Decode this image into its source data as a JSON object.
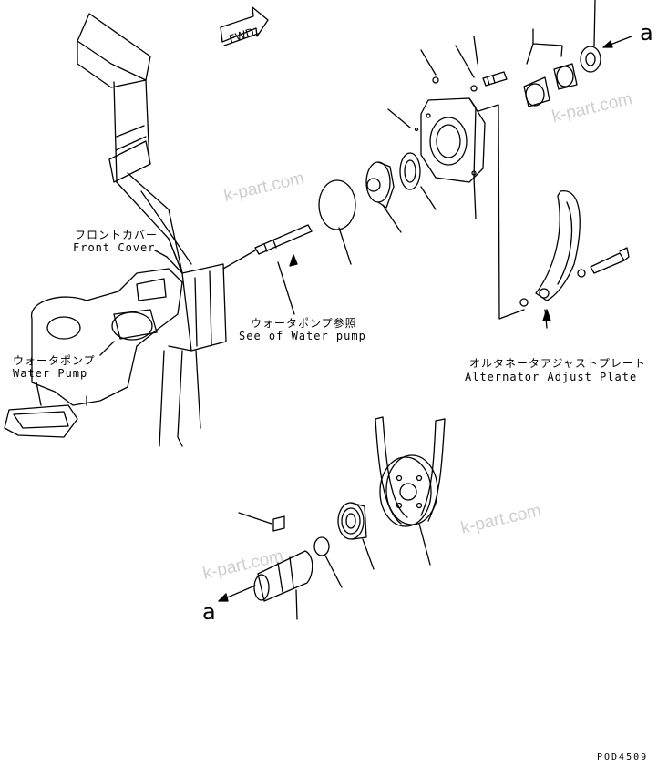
{
  "labels": {
    "front_cover_jp": "フロントカバー",
    "front_cover_en": "Front Cover",
    "water_pump_ref_jp": "ウォータポンプ参照",
    "water_pump_ref_en": "See of Water pump",
    "water_pump_jp": "ウォータポンプ",
    "water_pump_en": "Water Pump",
    "adjust_plate_jp": "オルタネータアジャストプレート",
    "adjust_plate_en": "Alternator Adjust Plate",
    "fwd": "FWD"
  },
  "refs": {
    "a_top": "a",
    "a_bottom": "a"
  },
  "watermark": "k-part.com",
  "drawing_code": "POD4509"
}
